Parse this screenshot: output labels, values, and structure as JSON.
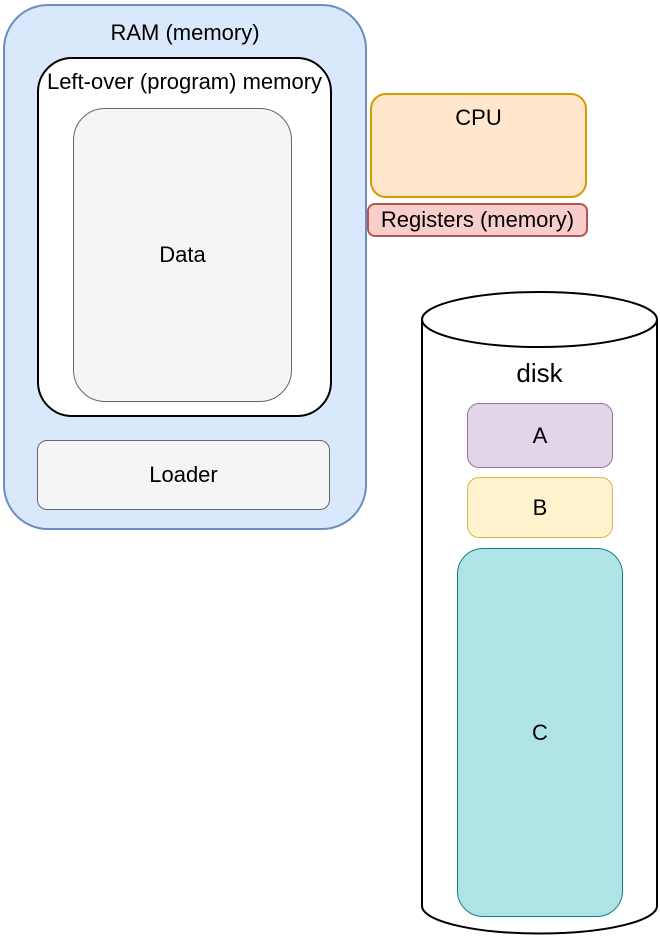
{
  "diagram": {
    "ram": {
      "label": "RAM (memory)",
      "fill": "#dae8fc",
      "stroke": "#6c8ebf"
    },
    "leftover_memory": {
      "label": "Left-over (program) memory",
      "fill": "#ffffff",
      "stroke": "#000000"
    },
    "data_block": {
      "label": "Data",
      "fill": "#f5f5f5",
      "stroke": "#666666"
    },
    "loader": {
      "label": "Loader",
      "fill": "#f5f5f5",
      "stroke": "#666666"
    },
    "cpu": {
      "label": "CPU",
      "fill": "#ffe6cc",
      "stroke": "#d79b00"
    },
    "registers": {
      "label": "Registers (memory)",
      "fill": "#f8cecc",
      "stroke": "#b85450"
    },
    "disk": {
      "label": "disk",
      "fill": "#ffffff",
      "stroke": "#000000",
      "items": [
        {
          "label": "A",
          "fill": "#e1d5e7",
          "stroke": "#9673a6"
        },
        {
          "label": "B",
          "fill": "#fff2cc",
          "stroke": "#d6b656"
        },
        {
          "label": "C",
          "fill": "#b0e3e6",
          "stroke": "#0e8088"
        }
      ]
    }
  }
}
